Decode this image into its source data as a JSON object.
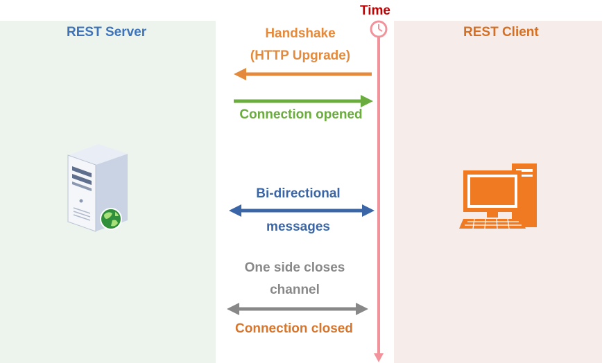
{
  "time_label": "Time",
  "server": {
    "title": "REST Server"
  },
  "client": {
    "title": "REST Client"
  },
  "messages": {
    "handshake_line1": "Handshake",
    "handshake_line2": "(HTTP Upgrade)",
    "connection_opened": "Connection opened",
    "bidirectional_line1": "Bi-directional",
    "bidirectional_line2": "messages",
    "closes_line1": "One side closes",
    "closes_line2": "channel",
    "connection_closed": "Connection closed"
  },
  "colors": {
    "server_bg": "#edf4ee",
    "client_bg": "#f6ecea",
    "timeline": "#f2939c",
    "time_text": "#c00000",
    "handshake": "#e48a3c",
    "opened": "#6aac3d",
    "bidirectional": "#3a66a8",
    "closing": "#888888",
    "closed_text": "#d6762e"
  },
  "icons": {
    "server": "server-globe-icon",
    "client": "desktop-computer-icon",
    "time": "clock-icon"
  }
}
